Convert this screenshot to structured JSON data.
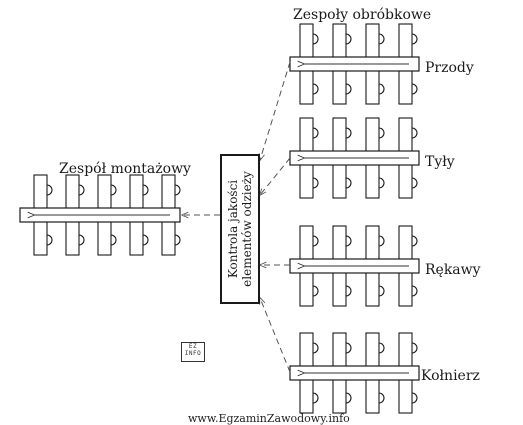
{
  "title_processing": "Zespoły obróbkowe",
  "title_assembly": "Zespół montażowy",
  "quality_control_line1": "Kontrola jakości",
  "quality_control_line2": "elementów odzieży",
  "lines": [
    {
      "label": "Przody"
    },
    {
      "label": "Tyły"
    },
    {
      "label": "Rękawy"
    },
    {
      "label": "Kołnierz"
    }
  ],
  "website": "www.EgzaminZawodowy.info",
  "logo_text_1": "EZ",
  "logo_text_2": "INFO",
  "colors": {
    "ink": "#1a1a1a",
    "dash": "#555555",
    "background": "#ffffff"
  }
}
